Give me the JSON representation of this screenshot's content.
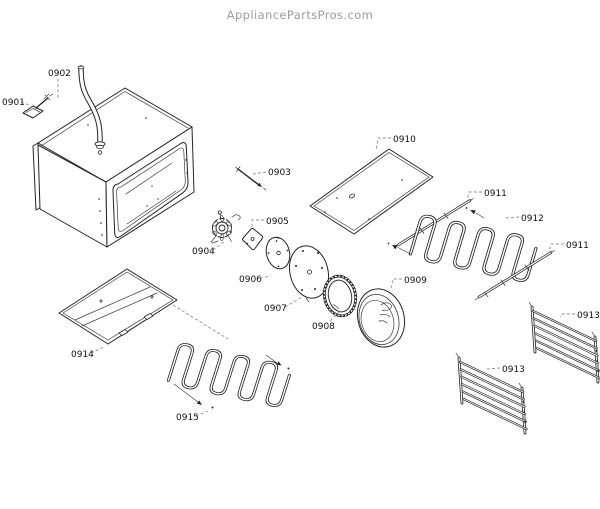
{
  "header": {
    "brand": "AppliancePartsPros.com"
  },
  "colors": {
    "background": "#ffffff",
    "line": "#242424",
    "leader": "#8f8f8f",
    "header_text": "#9c9c9c",
    "label_text": "#101010"
  },
  "diagram": {
    "callouts": [
      {
        "part": "0901"
      },
      {
        "part": "0902"
      },
      {
        "part": "0903"
      },
      {
        "part": "0904"
      },
      {
        "part": "0905"
      },
      {
        "part": "0906"
      },
      {
        "part": "0907"
      },
      {
        "part": "0908"
      },
      {
        "part": "0909"
      },
      {
        "part": "0910"
      },
      {
        "part": "0911"
      },
      {
        "part": "0912"
      },
      {
        "part": "0911"
      },
      {
        "part": "0913"
      },
      {
        "part": "0913"
      },
      {
        "part": "0914"
      },
      {
        "part": "0915"
      }
    ]
  }
}
